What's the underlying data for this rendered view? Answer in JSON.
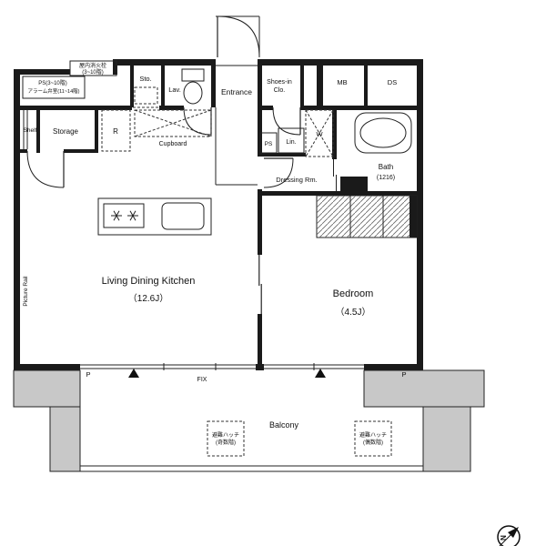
{
  "plan": {
    "top_left": {
      "fire1": "屋内消火栓",
      "fire2": "(3~10階)",
      "ps1": "PS(3~10階)",
      "ps2": "アラーム弁室(11~14階)"
    },
    "top_row": {
      "sto": "Sto.",
      "lav": "Lav.",
      "entrance": "Entrance",
      "shoes1": "Shoes-in",
      "shoes2": "Clo.",
      "mb": "MB",
      "ds": "DS"
    },
    "middle": {
      "shelf": "Shelf",
      "storage": "Storage",
      "fridge": "R",
      "cupboard": "Cupboard",
      "ps": "PS",
      "linen": "Lin.",
      "washer": "W",
      "bath1": "Bath",
      "bath2": "(1216)",
      "dressing": "Dressing Rm."
    },
    "rooms": {
      "ldk1": "Living Dining Kitchen",
      "ldk2": "（12.6J）",
      "bed1": "Bedroom",
      "bed2": "（4.5J）",
      "picture_rail": "Picture Rail"
    },
    "balcony": {
      "label": "Balcony",
      "fix": "FIX",
      "p_left": "P",
      "p_right": "P",
      "hatch_odd1": "避難ハッチ",
      "hatch_odd2": "(奇数階)",
      "hatch_even1": "避難ハッチ",
      "hatch_even2": "(偶数階)"
    },
    "compass": {
      "north": "N"
    }
  },
  "colors": {
    "wall": "#1a1a1a",
    "grey": "#c8c8c8",
    "line": "#222222",
    "background": "#ffffff"
  }
}
